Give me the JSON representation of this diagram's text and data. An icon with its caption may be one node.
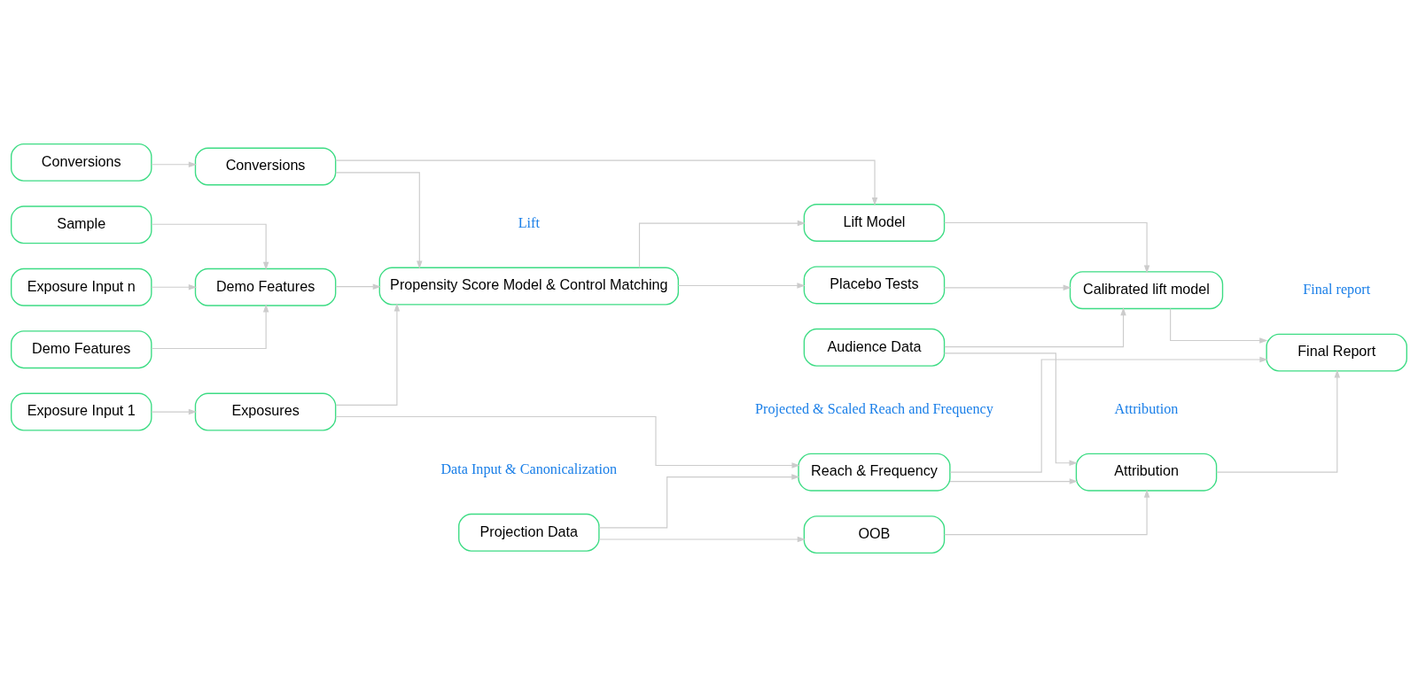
{
  "diagram": {
    "nodes": [
      {
        "text": [
          "Projection Data"
        ]
      },
      {
        "text": [
          "Sample"
        ]
      },
      {
        "text": [
          "Exposure Input 1"
        ]
      },
      {
        "text": [
          "Exposure Input n"
        ]
      },
      {
        "text": [
          "Conversions"
        ]
      },
      {
        "text": [
          "Demo Features"
        ]
      },
      {
        "text": [
          "Audience Data"
        ]
      },
      {
        "text": [
          "Exposures"
        ]
      },
      {
        "text": [
          "Conversions"
        ]
      },
      {
        "text": [
          "Demo Features"
        ]
      },
      {
        "text": [
          "Reach & Frequency"
        ]
      },
      {
        "text": [
          "OOB"
        ]
      },
      {
        "text": [
          "Propensity Score Model & Control Matching"
        ]
      },
      {
        "text": [
          "Lift Model"
        ]
      },
      {
        "text": [
          "Placebo Tests"
        ]
      },
      {
        "text": [
          "Calibrated lift model"
        ]
      },
      {
        "text": [
          "Attribution"
        ]
      },
      {
        "text": [
          "Final Report"
        ]
      }
    ],
    "edges": [
      {
        "from": 0,
        "to": 10,
        "arrow": "to"
      },
      {
        "from": 0,
        "to": 11,
        "arrow": "to"
      },
      {
        "from": 1,
        "to": 9,
        "arrow": "to"
      },
      {
        "from": 2,
        "to": 7,
        "arrow": "to"
      },
      {
        "from": 3,
        "to": 9,
        "arrow": "to"
      },
      {
        "from": 4,
        "to": 8,
        "arrow": "to"
      },
      {
        "from": 5,
        "to": 9,
        "arrow": "to"
      },
      {
        "from": 7,
        "to": 10,
        "arrow": "to"
      },
      {
        "from": 7,
        "to": 12,
        "arrow": "to"
      },
      {
        "from": 8,
        "to": 13,
        "arrow": "to"
      },
      {
        "from": 8,
        "to": 12,
        "arrow": "to"
      },
      {
        "from": 9,
        "to": 12,
        "arrow": "to"
      },
      {
        "from": 12,
        "to": 13,
        "arrow": "to"
      },
      {
        "from": 12,
        "to": 14,
        "arrow": "to"
      },
      {
        "from": 13,
        "to": 15,
        "arrow": "to"
      },
      {
        "from": 14,
        "to": 15,
        "arrow": "to"
      },
      {
        "from": 6,
        "to": 15,
        "arrow": "to"
      },
      {
        "from": 6,
        "to": 16,
        "arrow": "to"
      },
      {
        "from": 10,
        "to": 16,
        "arrow": "to"
      },
      {
        "from": 11,
        "to": 16,
        "arrow": "to"
      },
      {
        "from": 10,
        "to": 17,
        "arrow": "to"
      },
      {
        "from": 15,
        "to": 17,
        "arrow": "to"
      },
      {
        "from": 16,
        "to": 17,
        "arrow": "to"
      }
    ],
    "labels": [
      "Data Input & Canonicalization",
      "Projected & Scaled Reach and Frequency",
      "Attribution",
      "Final report",
      "Lift"
    ]
  }
}
